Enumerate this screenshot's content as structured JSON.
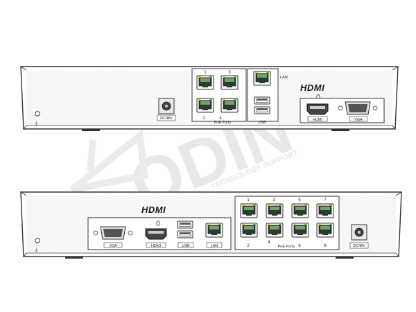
{
  "watermark": {
    "brand": "ODIN",
    "tagline": "TECHNOLOGY SUPPORT"
  },
  "panel_top": {
    "logo": "HDMI",
    "dc_label": "DC48V",
    "poe_label": "PoE Ports",
    "port_numbers": [
      "1",
      "3",
      "2",
      "4"
    ],
    "lan_label": "LAN",
    "usb_label": "USB",
    "hdmi_label": "HDMI",
    "vga_label": "VGA"
  },
  "panel_bottom": {
    "logo": "HDMI",
    "vga_label": "VGA",
    "hdmi_label": "HDMI",
    "usb_label": "USB",
    "lan_label": "LAN",
    "poe_label": "PoE Ports",
    "port_numbers_top": [
      "1",
      "3",
      "5",
      "7"
    ],
    "port_numbers_bottom": [
      "2",
      "4",
      "6",
      "8"
    ],
    "dc_label": "DC48V"
  }
}
